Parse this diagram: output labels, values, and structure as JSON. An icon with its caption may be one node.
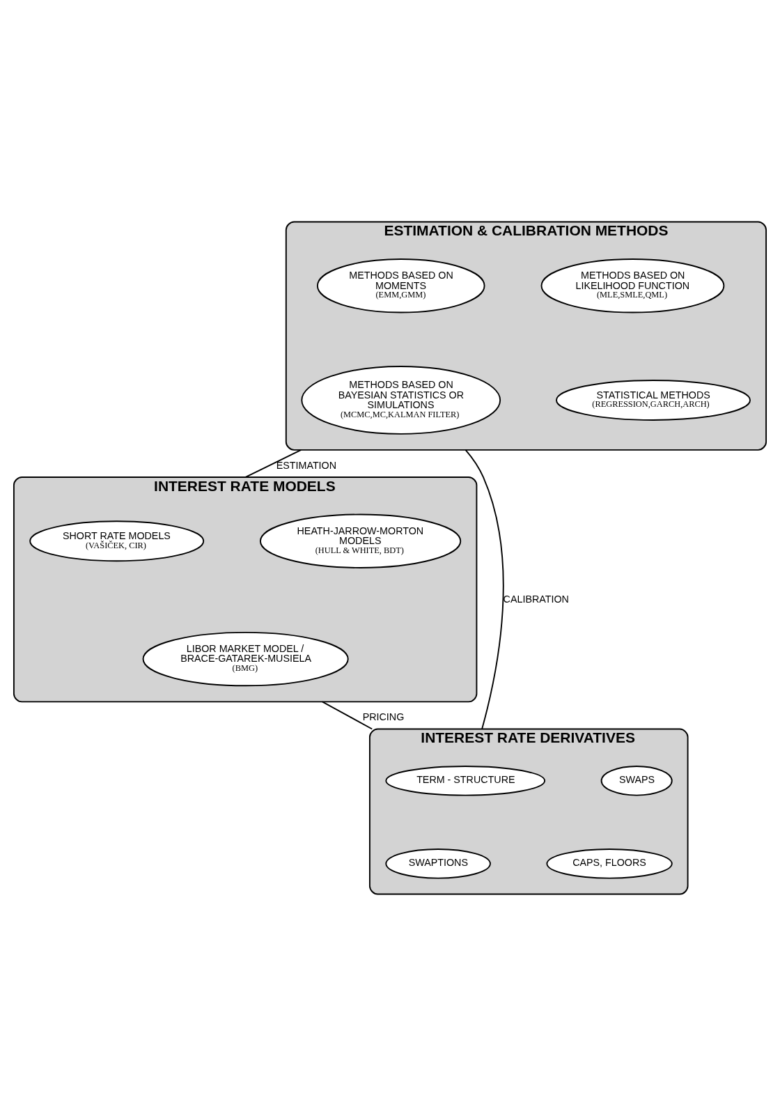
{
  "diagram": {
    "nodes": [
      {
        "text": [
          "ESTIMATION & CALIBRATION METHODS"
        ]
      },
      {
        "text": [
          "METHODS BASED ON MOMENTS",
          "(EMM,GMM)"
        ],
        "in": 0
      },
      {
        "text": [
          "METHODS BASED ON LIKELIHOOD FUNCTION",
          "(MLE,SMLE,QML)"
        ],
        "in": 0
      },
      {
        "text": [
          "METHODS BASED ON BAYESIAN STATISTICS OR SIMULATIONS",
          "(MCMC,MC,KALMAN FILTER)"
        ],
        "in": 0
      },
      {
        "text": [
          "STATISTICAL METHODS",
          "(REGRESSION,GARCH,ARCH)"
        ],
        "in": 0
      },
      {
        "text": [
          "INTEREST RATE MODELS"
        ]
      },
      {
        "text": [
          "SHORT RATE MODELS",
          "(VAŠIČEK, CIR)"
        ],
        "in": 5
      },
      {
        "text": [
          "HEATH-JARROW-MORTON MODELS",
          "(HULL & WHITE, BDT)"
        ],
        "in": 5
      },
      {
        "text": [
          "LIBOR MARKET MODEL / BRACE-GATAREK-MUSIELA",
          "(BMG)"
        ],
        "in": 5
      },
      {
        "text": [
          "INTEREST RATE DERIVATIVES"
        ]
      },
      {
        "text": [
          "TERM - STRUCTURE"
        ],
        "in": 9
      },
      {
        "text": [
          "SWAPS"
        ],
        "in": 9
      },
      {
        "text": [
          "SWAPTIONS"
        ],
        "in": 9
      },
      {
        "text": [
          "CAPS, FLOORS"
        ],
        "in": 9
      }
    ],
    "edges": [
      {
        "from": 0,
        "to": 5,
        "arrow": "none",
        "label": "ESTIMATION"
      },
      {
        "from": 0,
        "to": 9,
        "arrow": "none",
        "label": "CALIBRATION"
      },
      {
        "from": 5,
        "to": 9,
        "arrow": "none",
        "label": "PRICING"
      }
    ]
  }
}
